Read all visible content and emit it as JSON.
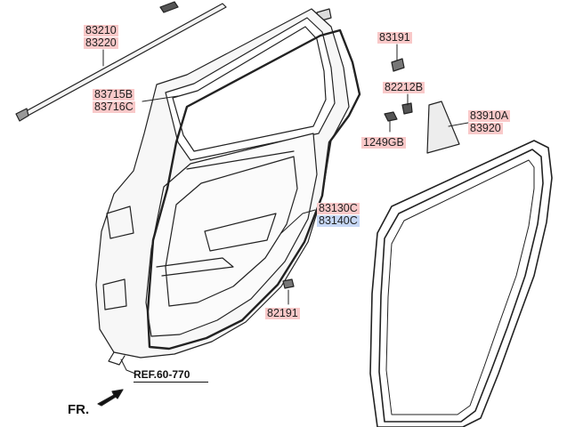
{
  "labels": {
    "p83210": "83210",
    "p83220": "83220",
    "p83715b": "83715B",
    "p83716c": "83716C",
    "p83191": "83191",
    "p82212b": "82212B",
    "p1249gb": "1249GB",
    "p83910a": "83910A",
    "p83920": "83920",
    "p83130c": "83130C",
    "p83140c": "83140C",
    "p82191": "82191",
    "ref": "REF.60-770",
    "fr": "FR."
  },
  "colors": {
    "highlight_pink": "#f9c9c9",
    "highlight_blue": "#c6d7f5",
    "line": "#222222"
  }
}
